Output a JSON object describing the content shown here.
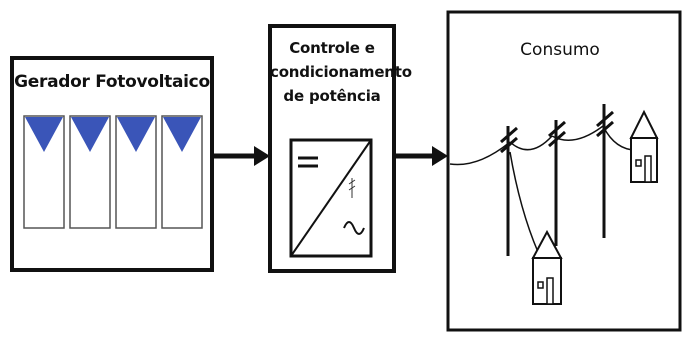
{
  "blocks": {
    "generator": {
      "label": "Gerador Fotovoltaico"
    },
    "controller": {
      "label": "Controle e condicionamento de potência"
    },
    "consumption": {
      "label": "Consumo"
    }
  },
  "icons": {
    "pv_panels": "solar-panel-icon",
    "inverter": "dc-ac-inverter-icon",
    "houses": "house-icon",
    "poles": "utility-pole-icon"
  },
  "colors": {
    "panel_triangle": "#3a55b8",
    "line": "#111111",
    "background": "#ffffff"
  }
}
